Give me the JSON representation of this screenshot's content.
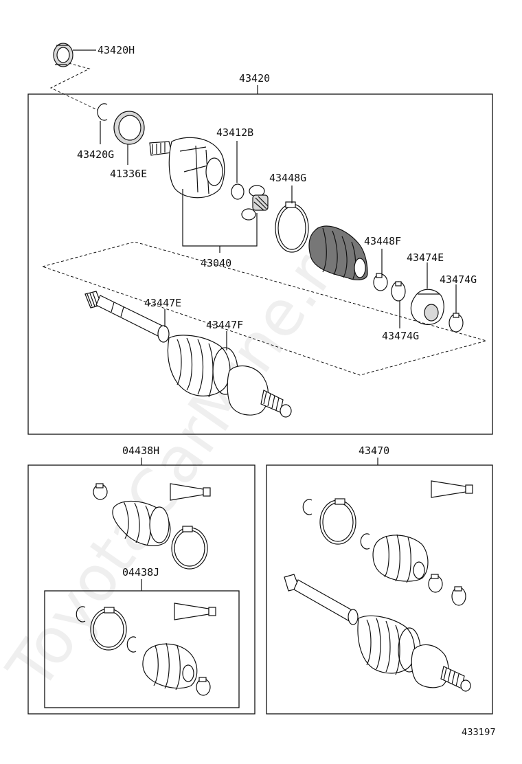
{
  "diagram": {
    "labels": {
      "p43420h": "43420H",
      "p43420": "43420",
      "p43412b": "43412B",
      "p43420g": "43420G",
      "p41336e": "41336E",
      "p43448g": "43448G",
      "p43448f": "43448F",
      "p43474e": "43474E",
      "p43474g_a": "43474G",
      "p43474g_b": "43474G",
      "p43040": "43040",
      "p43447e": "43447E",
      "p43447f": "43447F",
      "p04438h": "04438H",
      "p04438j": "04438J",
      "p43470": "43470"
    },
    "diagram_number": "433197",
    "watermark": "ToyotaCarMine.ru"
  }
}
